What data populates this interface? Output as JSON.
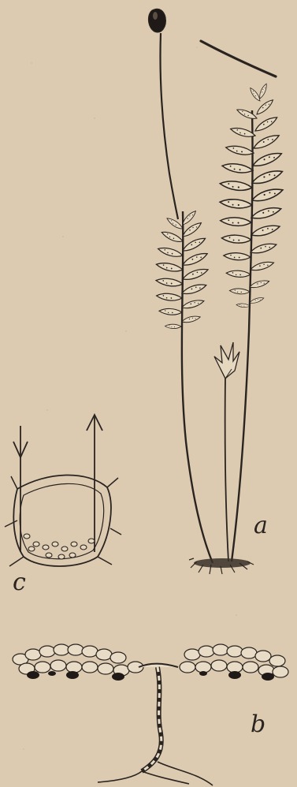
{
  "labels": {
    "a": "a",
    "b": "b",
    "c": "c"
  },
  "colors": {
    "paper": "#dccbb1",
    "ink": "#2a2420",
    "speckle": "#c9b597"
  }
}
